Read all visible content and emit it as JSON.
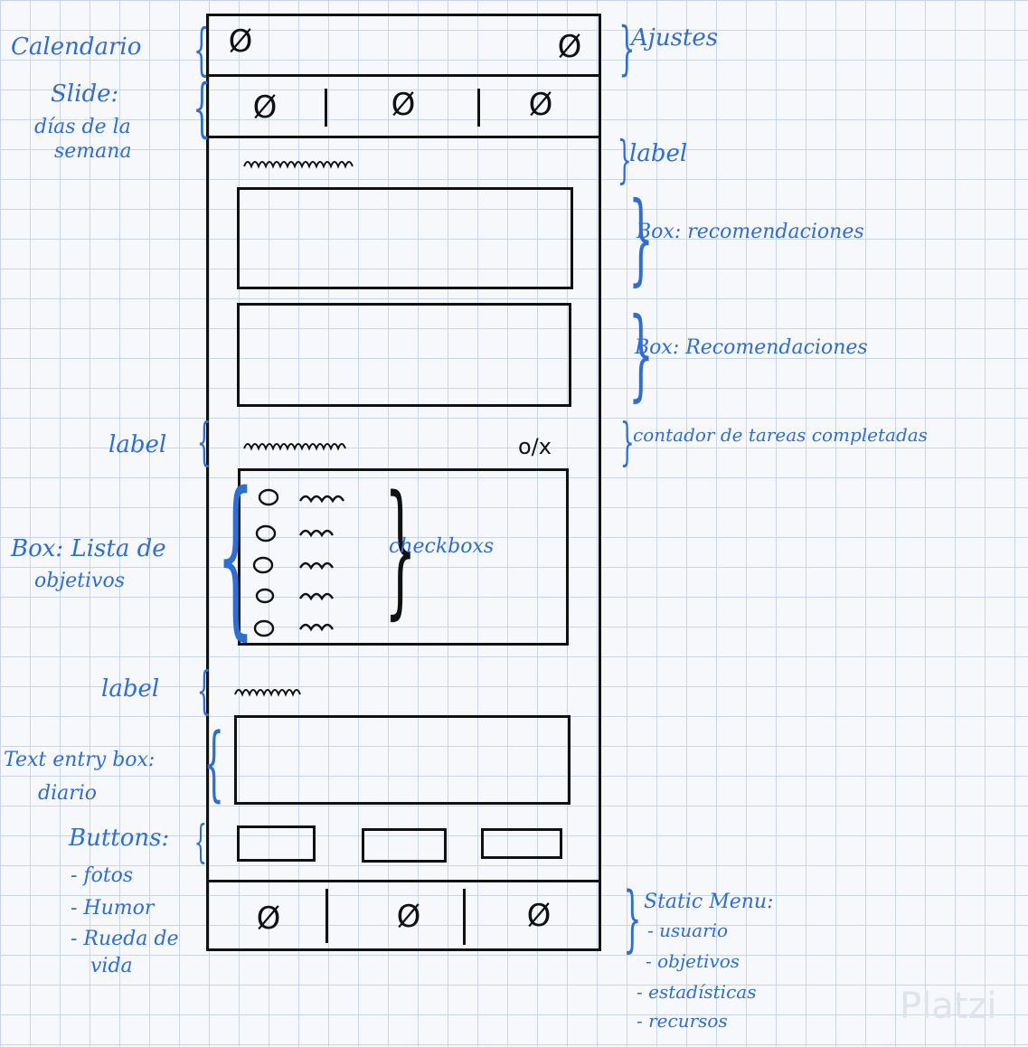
{
  "annotations": {
    "calendario": "Calendario",
    "ajustes": "Ajustes",
    "slide_line1": "Slide:",
    "slide_line2": "días de la",
    "slide_line3": "semana",
    "label_top": "label",
    "box_reco_1": "Box: recomendaciones",
    "box_reco_2": "Box: Recomendaciones",
    "label_mid": "label",
    "contador": "contador de tareas completadas",
    "lista_line1": "Box: Lista de",
    "lista_line2": "objetivos",
    "checkboxs": "checkboxs",
    "label_bottom": "label",
    "textentry_line1": "Text entry box:",
    "textentry_line2": "diario",
    "buttons_title": "Buttons:",
    "buttons_items": [
      "- fotos",
      "- Humor",
      "- Rueda de",
      "vida"
    ],
    "menu_title": "Static Menu:",
    "menu_items": [
      "- usuario",
      "- objetivos",
      "- estadísticas",
      "- recursos"
    ]
  },
  "wireframe": {
    "icon_glyph": "Ø",
    "counter_text": "o/x",
    "checkbox_count": 5
  },
  "watermark": "Platzi",
  "colors": {
    "ink": "#111111",
    "annotation": "#2f6ed1",
    "grid": "#c9d6ea"
  }
}
